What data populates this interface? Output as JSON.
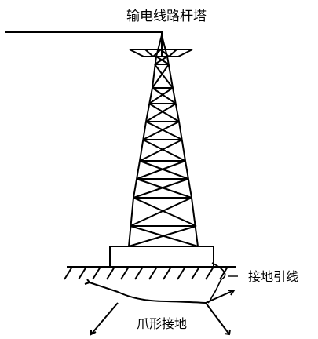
{
  "title": "输电线路杆塔",
  "labels": {
    "ground_lead": "接地引线",
    "claw_ground": "爪形接地"
  },
  "colors": {
    "stroke": "#000000",
    "background": "#ffffff"
  }
}
